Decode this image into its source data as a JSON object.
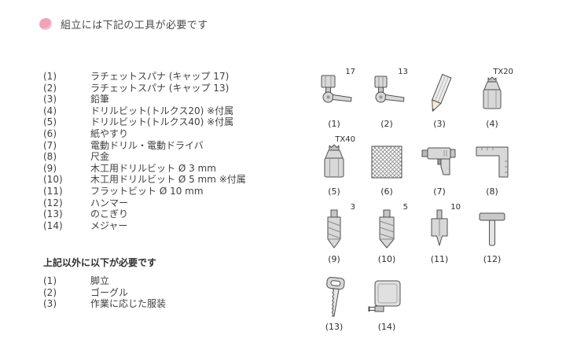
{
  "header": {
    "title": "組立には下記の工具が必要です",
    "bullet_color": "#f0a2b7"
  },
  "tools": {
    "items": [
      {
        "num": "(1)",
        "label": "ラチェットスパナ (キャップ 17)"
      },
      {
        "num": "(2)",
        "label": "ラチェットスパナ (キャップ 13)"
      },
      {
        "num": "(3)",
        "label": "鉛筆"
      },
      {
        "num": "(4)",
        "label": "ドリルビット(トルクス20) ※付属"
      },
      {
        "num": "(5)",
        "label": "ドリルビット(トルクス40) ※付属"
      },
      {
        "num": "(6)",
        "label": "紙やすり"
      },
      {
        "num": "(7)",
        "label": "電動ドリル・電動ドライバ"
      },
      {
        "num": "(8)",
        "label": "尺金"
      },
      {
        "num": "(9)",
        "label": "木工用ドリルビット Ø 3 mm"
      },
      {
        "num": "(10)",
        "label": "木工用ドリルビット Ø 5 mm ※付属"
      },
      {
        "num": "(11)",
        "label": "フラットビット Ø 10 mm"
      },
      {
        "num": "(12)",
        "label": "ハンマー"
      },
      {
        "num": "(13)",
        "label": "のこぎり"
      },
      {
        "num": "(14)",
        "label": "メジャー"
      }
    ]
  },
  "extra": {
    "heading": "上記以外に以下が必要です",
    "items": [
      {
        "num": "(1)",
        "label": "脚立"
      },
      {
        "num": "(2)",
        "label": "ゴーグル"
      },
      {
        "num": "(3)",
        "label": "作業に応じた服装"
      }
    ]
  },
  "grid": {
    "items": [
      {
        "num": "(1)",
        "badge": "17",
        "icon": "ratchet-spanner-icon"
      },
      {
        "num": "(2)",
        "badge": "13",
        "icon": "ratchet-spanner-icon"
      },
      {
        "num": "(3)",
        "badge": "",
        "icon": "pencil-icon"
      },
      {
        "num": "(4)",
        "badge": "TX20",
        "icon": "torx-bit-icon"
      },
      {
        "num": "(5)",
        "badge": "TX40",
        "icon": "torx-bit-icon"
      },
      {
        "num": "(6)",
        "badge": "",
        "icon": "sandpaper-icon"
      },
      {
        "num": "(7)",
        "badge": "",
        "icon": "electric-drill-icon"
      },
      {
        "num": "(8)",
        "badge": "",
        "icon": "square-ruler-icon"
      },
      {
        "num": "(9)",
        "badge": "3",
        "icon": "wood-drill-bit-icon"
      },
      {
        "num": "(10)",
        "badge": "5",
        "icon": "wood-drill-bit-icon"
      },
      {
        "num": "(11)",
        "badge": "10",
        "icon": "flat-bit-icon"
      },
      {
        "num": "(12)",
        "badge": "",
        "icon": "hammer-icon"
      },
      {
        "num": "(13)",
        "badge": "",
        "icon": "saw-icon"
      },
      {
        "num": "(14)",
        "badge": "",
        "icon": "tape-measure-icon"
      }
    ]
  }
}
